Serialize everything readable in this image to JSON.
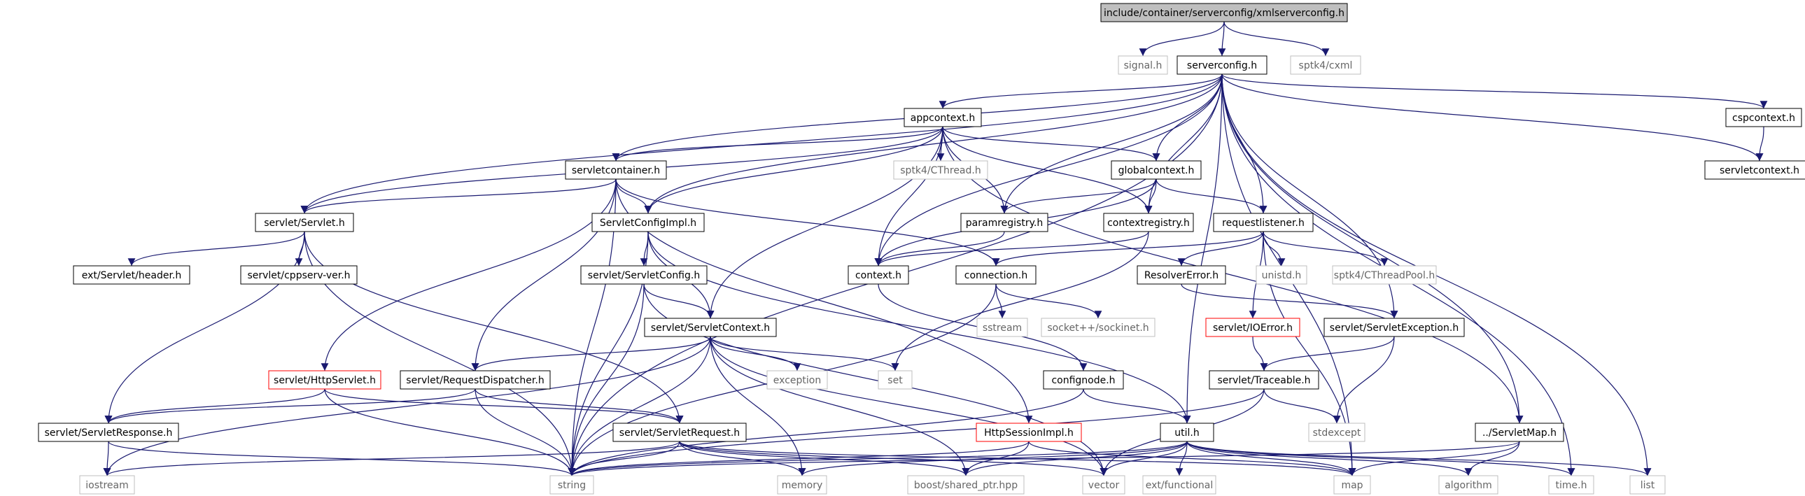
{
  "colors": {
    "edge": "#191970",
    "root_fill": "#bfbfbf",
    "file_border": "#000000",
    "missing_border": "#bfbfbf",
    "highlight_border": "#ff0000",
    "missing_text": "#666666",
    "text": "#000000"
  },
  "nodes": {
    "root": {
      "label": "include/container/serverconfig/xmlserverconfig.h",
      "kind": "root"
    },
    "signal": {
      "label": "signal.h",
      "kind": "missing"
    },
    "serverconfig": {
      "label": "serverconfig.h",
      "kind": "file"
    },
    "cxml": {
      "label": "sptk4/cxml",
      "kind": "missing"
    },
    "appcontext": {
      "label": "appcontext.h",
      "kind": "file"
    },
    "cspcontext": {
      "label": "cspcontext.h",
      "kind": "file"
    },
    "servletcontext": {
      "label": "servletcontext.h",
      "kind": "file"
    },
    "servletcontainer": {
      "label": "servletcontainer.h",
      "kind": "file"
    },
    "cthread": {
      "label": "sptk4/CThread.h",
      "kind": "missing"
    },
    "globalcontext": {
      "label": "globalcontext.h",
      "kind": "file"
    },
    "servlet": {
      "label": "servlet/Servlet.h",
      "kind": "file"
    },
    "configimpl": {
      "label": "ServletConfigImpl.h",
      "kind": "file"
    },
    "paramregistry": {
      "label": "paramregistry.h",
      "kind": "file"
    },
    "contextregistry": {
      "label": "contextregistry.h",
      "kind": "file"
    },
    "requestlistener": {
      "label": "requestlistener.h",
      "kind": "file"
    },
    "exthdr": {
      "label": "ext/Servlet/header.h",
      "kind": "file"
    },
    "cppserv": {
      "label": "servlet/cppserv-ver.h",
      "kind": "file"
    },
    "context": {
      "label": "context.h",
      "kind": "file"
    },
    "connection": {
      "label": "connection.h",
      "kind": "file"
    },
    "resolver": {
      "label": "ResolverError.h",
      "kind": "file"
    },
    "unistd": {
      "label": "unistd.h",
      "kind": "missing"
    },
    "cthreadpool": {
      "label": "sptk4/CThreadPool.h",
      "kind": "missing"
    },
    "servletconfig": {
      "label": "servlet/ServletConfig.h",
      "kind": "file"
    },
    "sstream": {
      "label": "sstream",
      "kind": "missing"
    },
    "sockinet": {
      "label": "socket++/sockinet.h",
      "kind": "missing"
    },
    "ioerror": {
      "label": "servlet/IOError.h",
      "kind": "highlight"
    },
    "servletexception": {
      "label": "servlet/ServletException.h",
      "kind": "file"
    },
    "servletcontextS": {
      "label": "servlet/ServletContext.h",
      "kind": "file"
    },
    "httpservlet": {
      "label": "servlet/HttpServlet.h",
      "kind": "highlight"
    },
    "requestdispatcher": {
      "label": "servlet/RequestDispatcher.h",
      "kind": "file"
    },
    "exception": {
      "label": "exception",
      "kind": "missing"
    },
    "set": {
      "label": "set",
      "kind": "missing"
    },
    "confignode": {
      "label": "confignode.h",
      "kind": "file"
    },
    "traceable": {
      "label": "servlet/Traceable.h",
      "kind": "file"
    },
    "response": {
      "label": "servlet/ServletResponse.h",
      "kind": "file"
    },
    "request": {
      "label": "servlet/ServletRequest.h",
      "kind": "file"
    },
    "httpsession": {
      "label": "HttpSessionImpl.h",
      "kind": "highlight"
    },
    "util": {
      "label": "util.h",
      "kind": "file"
    },
    "stdexcept": {
      "label": "stdexcept",
      "kind": "missing"
    },
    "servletmap": {
      "label": "../ServletMap.h",
      "kind": "file"
    },
    "iostream": {
      "label": "iostream",
      "kind": "missing"
    },
    "string": {
      "label": "string",
      "kind": "missing"
    },
    "memory": {
      "label": "memory",
      "kind": "missing"
    },
    "sharedptr": {
      "label": "boost/shared_ptr.hpp",
      "kind": "missing"
    },
    "vector": {
      "label": "vector",
      "kind": "missing"
    },
    "functional": {
      "label": "ext/functional",
      "kind": "missing"
    },
    "map": {
      "label": "map",
      "kind": "missing"
    },
    "algorithm": {
      "label": "algorithm",
      "kind": "missing"
    },
    "time": {
      "label": "time.h",
      "kind": "missing"
    },
    "list": {
      "label": "list",
      "kind": "missing"
    }
  },
  "edges": [
    [
      "root",
      "signal"
    ],
    [
      "root",
      "serverconfig"
    ],
    [
      "root",
      "cxml"
    ],
    [
      "serverconfig",
      "appcontext"
    ],
    [
      "serverconfig",
      "cspcontext"
    ],
    [
      "serverconfig",
      "servletcontext"
    ],
    [
      "serverconfig",
      "servletcontainer"
    ],
    [
      "serverconfig",
      "globalcontext"
    ],
    [
      "serverconfig",
      "servlet"
    ],
    [
      "serverconfig",
      "configimpl"
    ],
    [
      "serverconfig",
      "paramregistry"
    ],
    [
      "serverconfig",
      "contextregistry"
    ],
    [
      "serverconfig",
      "requestlistener"
    ],
    [
      "serverconfig",
      "context"
    ],
    [
      "serverconfig",
      "servletexception"
    ],
    [
      "serverconfig",
      "util"
    ],
    [
      "serverconfig",
      "servletmap"
    ],
    [
      "serverconfig",
      "string"
    ],
    [
      "serverconfig",
      "map"
    ],
    [
      "serverconfig",
      "time"
    ],
    [
      "serverconfig",
      "list"
    ],
    [
      "cspcontext",
      "servletcontext"
    ],
    [
      "appcontext",
      "servletcontainer"
    ],
    [
      "appcontext",
      "cthread"
    ],
    [
      "appcontext",
      "globalcontext"
    ],
    [
      "appcontext",
      "servlet"
    ],
    [
      "appcontext",
      "configimpl"
    ],
    [
      "appcontext",
      "paramregistry"
    ],
    [
      "appcontext",
      "contextregistry"
    ],
    [
      "appcontext",
      "context"
    ],
    [
      "appcontext",
      "servletcontextS"
    ],
    [
      "appcontext",
      "servletmap"
    ],
    [
      "servletcontainer",
      "servlet"
    ],
    [
      "servletcontainer",
      "configimpl"
    ],
    [
      "servletcontainer",
      "connection"
    ],
    [
      "servletcontainer",
      "httpservlet"
    ],
    [
      "servletcontainer",
      "requestdispatcher"
    ],
    [
      "servletcontainer",
      "httpsession"
    ],
    [
      "servletcontainer",
      "string"
    ],
    [
      "globalcontext",
      "paramregistry"
    ],
    [
      "globalcontext",
      "contextregistry"
    ],
    [
      "globalcontext",
      "requestlistener"
    ],
    [
      "globalcontext",
      "context"
    ],
    [
      "servlet",
      "exthdr"
    ],
    [
      "servlet",
      "cppserv"
    ],
    [
      "servlet",
      "response"
    ],
    [
      "servlet",
      "request"
    ],
    [
      "servlet",
      "string"
    ],
    [
      "configimpl",
      "servletconfig"
    ],
    [
      "configimpl",
      "servletcontextS"
    ],
    [
      "configimpl",
      "util"
    ],
    [
      "configimpl",
      "string"
    ],
    [
      "paramregistry",
      "context"
    ],
    [
      "contextregistry",
      "context"
    ],
    [
      "contextregistry",
      "set"
    ],
    [
      "requestlistener",
      "connection"
    ],
    [
      "requestlistener",
      "resolver"
    ],
    [
      "requestlistener",
      "unistd"
    ],
    [
      "requestlistener",
      "cthreadpool"
    ],
    [
      "requestlistener",
      "ioerror"
    ],
    [
      "requestlistener",
      "map"
    ],
    [
      "context",
      "confignode"
    ],
    [
      "connection",
      "sstream"
    ],
    [
      "connection",
      "sockinet"
    ],
    [
      "connection",
      "string"
    ],
    [
      "resolver",
      "servletexception"
    ],
    [
      "servletconfig",
      "servletcontextS"
    ],
    [
      "servletconfig",
      "string"
    ],
    [
      "servletconfig",
      "vector"
    ],
    [
      "ioerror",
      "traceable"
    ],
    [
      "servletexception",
      "traceable"
    ],
    [
      "servletexception",
      "stdexcept"
    ],
    [
      "servletcontextS",
      "requestdispatcher"
    ],
    [
      "servletcontextS",
      "exception"
    ],
    [
      "servletcontextS",
      "set"
    ],
    [
      "servletcontextS",
      "iostream"
    ],
    [
      "servletcontextS",
      "string"
    ],
    [
      "servletcontextS",
      "memory"
    ],
    [
      "servletcontextS",
      "sharedptr"
    ],
    [
      "servletcontextS",
      "vector"
    ],
    [
      "httpservlet",
      "response"
    ],
    [
      "httpservlet",
      "request"
    ],
    [
      "httpservlet",
      "string"
    ],
    [
      "requestdispatcher",
      "request"
    ],
    [
      "requestdispatcher",
      "response"
    ],
    [
      "requestdispatcher",
      "string"
    ],
    [
      "confignode",
      "util"
    ],
    [
      "confignode",
      "string"
    ],
    [
      "traceable",
      "stdexcept"
    ],
    [
      "traceable",
      "string"
    ],
    [
      "traceable",
      "vector"
    ],
    [
      "response",
      "iostream"
    ],
    [
      "response",
      "string"
    ],
    [
      "request",
      "iostream"
    ],
    [
      "request",
      "string"
    ],
    [
      "request",
      "memory"
    ],
    [
      "request",
      "sharedptr"
    ],
    [
      "request",
      "vector"
    ],
    [
      "request",
      "map"
    ],
    [
      "httpsession",
      "string"
    ],
    [
      "httpsession",
      "sharedptr"
    ],
    [
      "httpsession",
      "map"
    ],
    [
      "util",
      "string"
    ],
    [
      "util",
      "memory"
    ],
    [
      "util",
      "sharedptr"
    ],
    [
      "util",
      "vector"
    ],
    [
      "util",
      "functional"
    ],
    [
      "util",
      "map"
    ],
    [
      "util",
      "algorithm"
    ],
    [
      "util",
      "time"
    ],
    [
      "util",
      "list"
    ],
    [
      "servletmap",
      "string"
    ],
    [
      "servletmap",
      "map"
    ],
    [
      "servletmap",
      "algorithm"
    ]
  ]
}
